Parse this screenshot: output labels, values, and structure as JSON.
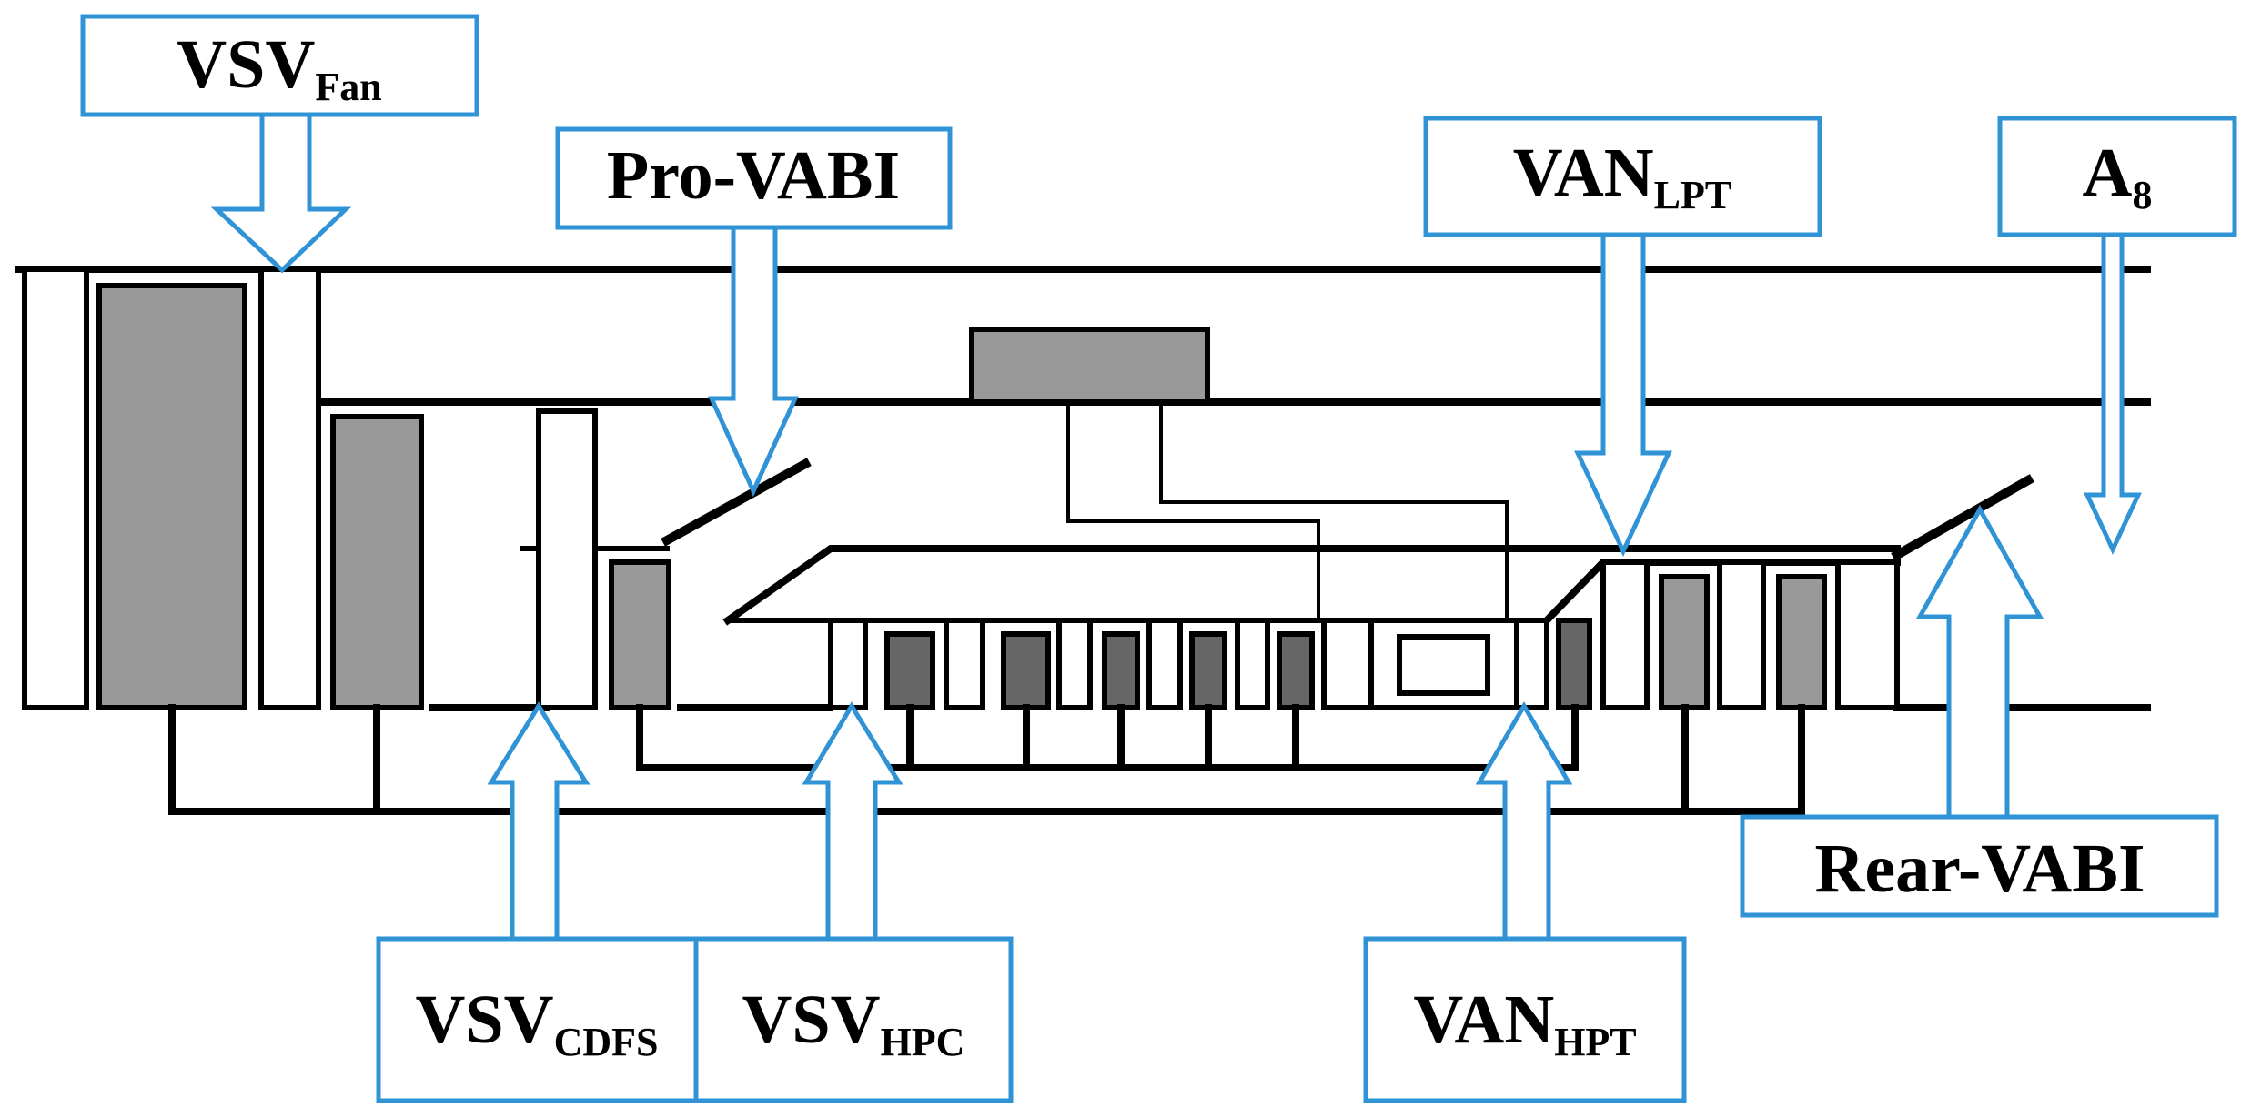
{
  "colors": {
    "callout": "#2f93d6",
    "line": "#000000",
    "blade": "#999999",
    "blade_dark": "#666666"
  },
  "labels": {
    "vsv_fan": {
      "main": "VSV",
      "sub": "Fan"
    },
    "pro_vabi": {
      "main": "Pro-VABI",
      "sub": ""
    },
    "van_lpt": {
      "main": "VAN",
      "sub": "LPT"
    },
    "a8": {
      "main": "A",
      "sub": "8"
    },
    "rear_vabi": {
      "main": "Rear-VABI",
      "sub": ""
    },
    "vsv_cdfs": {
      "main": "VSV",
      "sub": "CDFS"
    },
    "vsv_hpc": {
      "main": "VSV",
      "sub": "HPC"
    },
    "van_hpt": {
      "main": "VAN",
      "sub": "HPT"
    }
  }
}
